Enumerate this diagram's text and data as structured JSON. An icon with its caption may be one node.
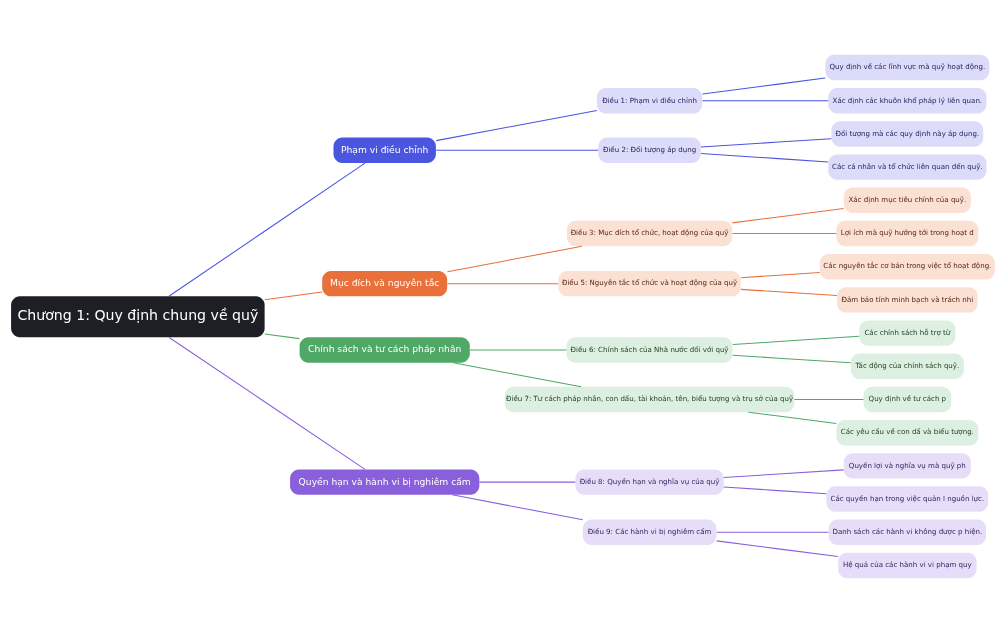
{
  "diagram": {
    "nodes": [
      {
        "text": [
          "Chương 1: Quy định chung về quỹ"
        ]
      },
      {
        "text": [
          "Phạm vi điều chỉnh"
        ]
      },
      {
        "text": [
          "Điều 1: Phạm vi điều chỉnh"
        ]
      },
      {
        "text": [
          "Quy định về các lĩnh vực mà quỹ hoạt động."
        ]
      },
      {
        "text": [
          "Xác định các khuôn khổ pháp lý liên quan."
        ]
      },
      {
        "text": [
          "Điều 2: Đối tượng áp dụng"
        ]
      },
      {
        "text": [
          "Đối tượng mà các quy định này áp dụng."
        ]
      },
      {
        "text": [
          "Các cá nhân và tổ chức liên quan đến quỹ."
        ]
      },
      {
        "text": [
          "Mục đích và nguyên tắc"
        ]
      },
      {
        "text": [
          "Điều 3: Mục đích tổ chức, hoạt động của quỹ"
        ]
      },
      {
        "text": [
          "Xác định mục tiêu chính của quỹ."
        ]
      },
      {
        "text": [
          "Lợi ích mà quỹ hướng tới trong hoạt đ"
        ]
      },
      {
        "text": [
          "Điều 5: Nguyên tắc tổ chức và hoạt động của quỹ"
        ]
      },
      {
        "text": [
          "Các nguyên tắc cơ bản trong việc tổ hoạt động."
        ]
      },
      {
        "text": [
          "Đảm bảo tính minh bạch và trách nhi"
        ]
      },
      {
        "text": [
          "Chính sách và tư cách pháp nhân"
        ]
      },
      {
        "text": [
          "Điều 6: Chính sách của Nhà nước đối với quỹ"
        ]
      },
      {
        "text": [
          "Các chính sách hỗ trợ từ"
        ]
      },
      {
        "text": [
          "Tác động của chính sách quỹ."
        ]
      },
      {
        "text": [
          "Điều 7: Tư cách pháp nhân, con dấu, tài khoản, tên, biểu tượng và trụ sở của quỹ"
        ]
      },
      {
        "text": [
          "Quy định về tư cách p"
        ]
      },
      {
        "text": [
          "Các yêu cầu về con dấ và biểu tượng."
        ]
      },
      {
        "text": [
          "Quyền hạn và hành vi bị nghiêm cấm"
        ]
      },
      {
        "text": [
          "Điều 8: Quyền hạn và nghĩa vụ của quỹ"
        ]
      },
      {
        "text": [
          "Quyền lợi và nghĩa vụ mà quỹ ph"
        ]
      },
      {
        "text": [
          "Các quyền hạn trong việc quản l nguồn lực."
        ]
      },
      {
        "text": [
          "Điều 9: Các hành vi bị nghiêm cấm"
        ]
      },
      {
        "text": [
          "Danh sách các hành vi không được p hiện."
        ]
      },
      {
        "text": [
          "Hệ quả của các hành vi vi phạm quy"
        ]
      }
    ],
    "edges": [
      {
        "from": 0,
        "to": 1,
        "arrow": "none",
        "color": "#4a55e0"
      },
      {
        "from": 1,
        "to": 2,
        "arrow": "none",
        "color": "#4a55e0"
      },
      {
        "from": 2,
        "to": 3,
        "arrow": "none",
        "color": "#4a55e0"
      },
      {
        "from": 2,
        "to": 4,
        "arrow": "none",
        "color": "#4a55e0"
      },
      {
        "from": 1,
        "to": 5,
        "arrow": "none",
        "color": "#4a55e0"
      },
      {
        "from": 5,
        "to": 6,
        "arrow": "none",
        "color": "#4a55e0"
      },
      {
        "from": 5,
        "to": 7,
        "arrow": "none",
        "color": "#4a55e0"
      },
      {
        "from": 0,
        "to": 8,
        "arrow": "none",
        "color": "#e8703a"
      },
      {
        "from": 8,
        "to": 9,
        "arrow": "none",
        "color": "#e8703a"
      },
      {
        "from": 9,
        "to": 10,
        "arrow": "none",
        "color": "#e8703a"
      },
      {
        "from": 9,
        "to": 11,
        "arrow": "none",
        "color": "#e8703a"
      },
      {
        "from": 8,
        "to": 12,
        "arrow": "none",
        "color": "#e8703a"
      },
      {
        "from": 12,
        "to": 13,
        "arrow": "none",
        "color": "#e8703a"
      },
      {
        "from": 12,
        "to": 14,
        "arrow": "none",
        "color": "#e8703a"
      },
      {
        "from": 0,
        "to": 15,
        "arrow": "none",
        "color": "#4fa866"
      },
      {
        "from": 15,
        "to": 16,
        "arrow": "none",
        "color": "#4fa866"
      },
      {
        "from": 16,
        "to": 17,
        "arrow": "none",
        "color": "#4fa866"
      },
      {
        "from": 16,
        "to": 18,
        "arrow": "none",
        "color": "#4fa866"
      },
      {
        "from": 15,
        "to": 19,
        "arrow": "none",
        "color": "#4fa866"
      },
      {
        "from": 19,
        "to": 20,
        "arrow": "none",
        "color": "#4fa866"
      },
      {
        "from": 19,
        "to": 21,
        "arrow": "none",
        "color": "#4fa866"
      },
      {
        "from": 0,
        "to": 22,
        "arrow": "none",
        "color": "#8a5fdc"
      },
      {
        "from": 22,
        "to": 23,
        "arrow": "none",
        "color": "#8a5fdc"
      },
      {
        "from": 23,
        "to": 24,
        "arrow": "none",
        "color": "#8a5fdc"
      },
      {
        "from": 23,
        "to": 25,
        "arrow": "none",
        "color": "#8a5fdc"
      },
      {
        "from": 22,
        "to": 26,
        "arrow": "none",
        "color": "#8a5fdc"
      },
      {
        "from": 26,
        "to": 27,
        "arrow": "none",
        "color": "#8a5fdc"
      },
      {
        "from": 26,
        "to": 28,
        "arrow": "none",
        "color": "#8a5fdc"
      }
    ]
  }
}
